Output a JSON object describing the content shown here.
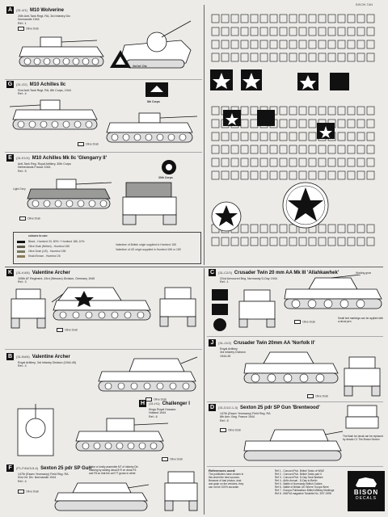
{
  "header": {
    "sheet_code": "BISON TAN"
  },
  "panels": [
    {
      "letter": "A",
      "code": "(31-4/1)",
      "name": "M10 Wolverine",
      "lines": [
        "20th Anti-Tank Regt. RA, 3rd Infantry Div.",
        "Normandie 1944",
        "Ref.: 1"
      ],
      "colour": "Olive Drab",
      "emblem": "3rd Inf. Div."
    },
    {
      "letter": "G",
      "code": "(31-G2)",
      "name": "M10 Achilles IIc",
      "lines": [
        "91st Anti-Tank Regt. RA, 8th Corps, 1944",
        "Ref.: 4"
      ],
      "colour": "Olive Drab",
      "emblem": "8th Corps"
    },
    {
      "letter": "E",
      "code": "(31-E1/3)",
      "name": "M10 Achilles Mk IIc 'Glengarry II'",
      "lines": [
        "Anti-Tank Reg. Royal Artillery, 30th Corps",
        "Netherlands France 1944",
        "Ref.: 5"
      ],
      "colour": "Olive Drab",
      "colour2": "Light Grey",
      "emblem": "30th Corps"
    },
    {
      "letter": "K",
      "code": "(31-K4/5)",
      "name": "Valentine Archer",
      "lines": [
        "105th AT Regiment, 43rd (Wessex) Division, Germany 1945",
        "Ref.: 3"
      ],
      "colour": "Olive Drab"
    },
    {
      "letter": "B",
      "code": "(31-B4/5)",
      "name": "Valentine Archer",
      "lines": [
        "Royal Artillery, 3rd Infantry Division (1944-45)",
        "Ref.: 4"
      ],
      "colour": "Olive Drab"
    },
    {
      "letter": "F",
      "code": "(F1-F4/4/3-5-4)",
      "name": "Sexton 25 pdr SP Gun",
      "lines": [
        "147th (Essex Yeomanry) Field Reg. RA",
        "51st Inf. Div. Normandie 1944",
        "Ref.: 4"
      ],
      "colour": "Olive Drab"
    },
    {
      "letter": "H",
      "code": "(31-H1)",
      "name": "Challenger I",
      "lines": [
        "Kings Royal Hussars",
        "Holland 1944",
        "Ref.: 6"
      ],
      "colour": "Olive Drab"
    },
    {
      "letter": "C",
      "code": "(31-C2/3)",
      "name": "Crusader Twin 20 mm AA Mk III 'Allahkawhek'",
      "lines": [
        "22nd Armoured Brig. Normandy D-Day 1944",
        "Ref.: 1"
      ],
      "colour": "Olive Drab"
    },
    {
      "letter": "J",
      "code": "(31-J1/2)",
      "name": "Crusader Twin 20mm AA 'Norfolk II'",
      "lines": [
        "Royal Artillery",
        "3rd Infantry Division",
        "1944-45"
      ],
      "colour": "Olive Drab"
    },
    {
      "letter": "D",
      "code": "(31-D1/2-1-3)",
      "name": "Sexton 25 pdr SP Gun 'Brentwood'",
      "lines": [
        "147th (Essex Yeomanry) Field Reg. RA",
        "8th Arm. Brig. France 1944",
        "Ref.: 5"
      ],
      "colour": "Olive Drab"
    }
  ],
  "colours_box": {
    "title": "colours to use:",
    "items": [
      "Black - Humbrol 33, 80% + Humbrol 186, 10%",
      "Olive Drab (British) - Humbrol 155",
      "Olive Drab (US) - Humbrol 155",
      "Khaki Brown - Humbrol 26"
    ],
    "notes": [
      "Valentine of British origin supplied in Humbrol 155",
      "Valentine of US origin supplied in Humbrol 155 or 159"
    ]
  },
  "references": {
    "title": "References used:",
    "left": [
      "The publishers have chosen in",
      "this sheet the best sources.",
      "Because of bad photos, dust",
      "and grain on the vehicles, they",
      "can not be 100% accurate."
    ],
    "right": [
      "Ref 1 - Concord Pub. British Tanks of WW2",
      "Ref 2 - Concord Pub. British Tanks part II",
      "Ref 3 - Concord Pub. D-Day Tank Warfare",
      "Ref 4 - Airfix Annual - D-Day to Berlin",
      "Ref 5 - Battle of Normandy British Guides",
      "Ref 6 - Battle of Britain UK Where Troops Were",
      "Ref 7 - Europa Publications British Military Markings",
      "Ref 8 - MAFVA magazine Tankette No. 3/97-1998"
    ]
  },
  "logo": {
    "line1": "BISON",
    "line2": "DECALS"
  },
  "notes": {
    "crusader_side": "Wading gear",
    "sexton_note": "Make or kindly assemble M7 of Infantry Div marking by adding decal 8+9 on decal F6 and F8 so that the unit TT grows in white",
    "sexton_right": "The flash for decal can be replaced by decals C1 The Brown Sexton",
    "small_sharp": "Small text markings can be applied with a decal pen"
  },
  "colours": {
    "bg": "#ecebe8",
    "ink": "#111111",
    "grey": "#8a8a88",
    "light": "#cfcfcc"
  }
}
